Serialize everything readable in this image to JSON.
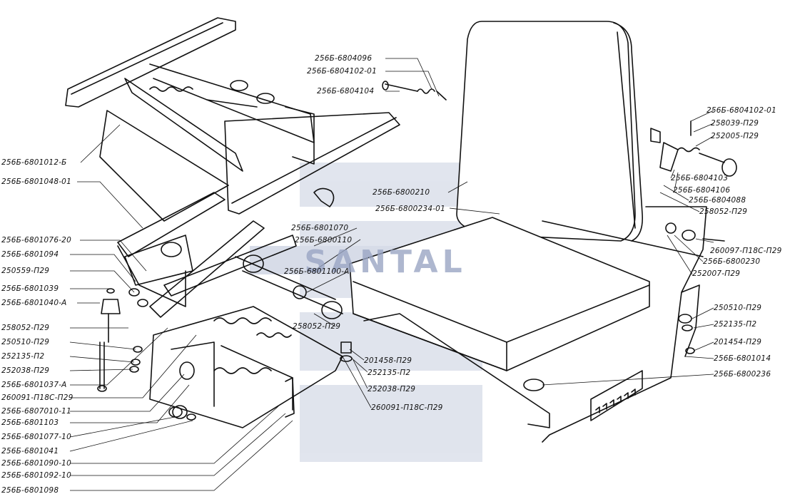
{
  "watermark": "SANTAL",
  "labels": {
    "l01": "256Б-6801012-Б",
    "l02": "256Б-6801048-01",
    "l03": "256Б-6801076-20",
    "l04": "256Б-6801094",
    "l05": "250559-П29",
    "l06": "256Б-6801039",
    "l07": "256Б-6801040-А",
    "l08": "258052-П29",
    "l09": "250510-П29",
    "l10": "252135-П2",
    "l11": "252038-П29",
    "l12": "256Б-6801037-А",
    "l13": "260091-П18С-П29",
    "l14": "256Б-6807010-11",
    "l15": "256Б-6801103",
    "l16": "256Б-6801077-10",
    "l17": "256Б-6801041",
    "l18": "256Б-6801090-10",
    "l19": "256Б-6801092-10",
    "l20": "256Б-6801098",
    "t01": "256Б-6804096",
    "t02": "256Б-6804102-01",
    "t03": "256Б-6804104",
    "m01": "256Б-6801070",
    "m02": "256Б-6800110",
    "m03": "256Б-6801100-А",
    "m04": "258052-П29",
    "m05": "256Б-6800210",
    "m06": "256Б-6800234-01",
    "b01": "201458-П29",
    "b02": "252135-П2",
    "b03": "252038-П29",
    "b04": "260091-П18С-П29",
    "r01": "256Б-6804102-01",
    "r02": "258039-П29",
    "r03": "252005-П29",
    "r04": "256Б-6804103",
    "r05": "256Б-6804106",
    "r06": "256Б-6804088",
    "r07": "258052-П29",
    "r08": "260097-П18С-П29",
    "r09": "256Б-6800230",
    "r10": "252007-П29",
    "r11": "250510-П29",
    "r12": "252135-П2",
    "r13": "201454-П29",
    "r14": "256Б-6801014",
    "r15": "256Б-6800236"
  }
}
